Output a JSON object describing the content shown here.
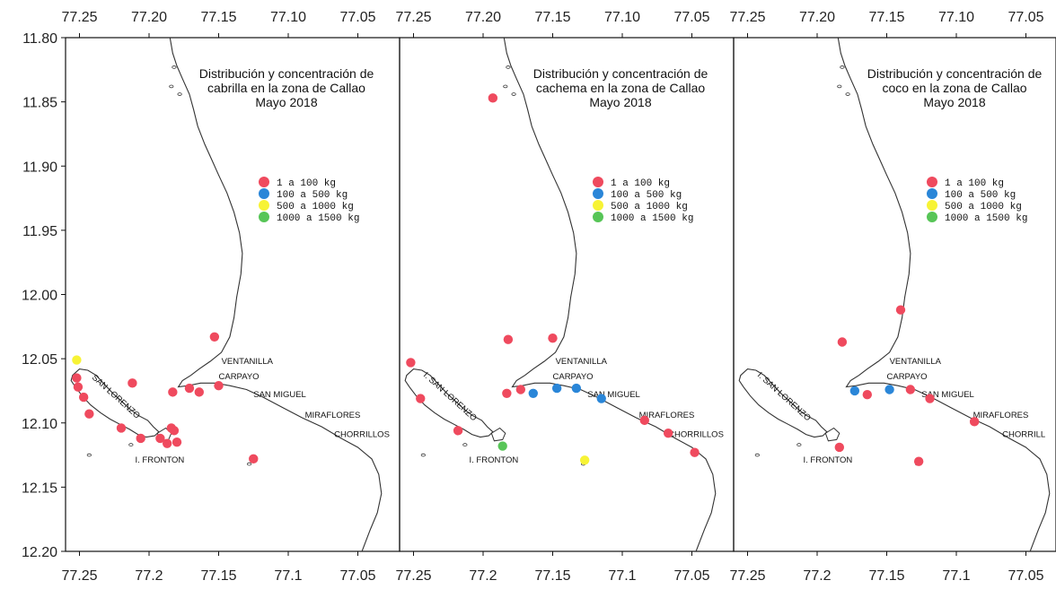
{
  "y_axis": {
    "ticks": [
      "11.80",
      "11.85",
      "11.90",
      "11.95",
      "12.00",
      "12.05",
      "12.10",
      "12.15",
      "12.20"
    ],
    "range": [
      11.8,
      12.2
    ]
  },
  "top_axis": {
    "ticks": [
      "77.25",
      "77.20",
      "77.15",
      "77.10",
      "77.05"
    ]
  },
  "bottom_axis": {
    "ticks": [
      "77.25",
      "77.2",
      "77.15",
      "77.1",
      "77.05"
    ]
  },
  "x_range": [
    77.26,
    77.02
  ],
  "legend": [
    {
      "label": "1  a  100  kg",
      "color": "#ef4a5e"
    },
    {
      "label": "100  a  500  kg",
      "color": "#2a86d8"
    },
    {
      "label": "500  a  1000  kg",
      "color": "#f7f335"
    },
    {
      "label": "1000  a  1500  kg",
      "color": "#57c557"
    }
  ],
  "colors": {
    "coast": "#333333",
    "frame": "#111111"
  },
  "panels": [
    {
      "title_lines": [
        "Distribución y concentración de",
        "cabrilla en la zona de Callao",
        "Mayo 2018"
      ],
      "island_label": "SAN LORENZO",
      "places": {
        "ventanilla": "VENTANILLA",
        "carpayo": "CARPAYO",
        "san_miguel": "SAN MIGUEL",
        "miraflores": "MIRAFLORES",
        "chorrillos": "CHORRILLOS",
        "fronton": "I. FRONTON"
      },
      "points": [
        {
          "lon": 77.252,
          "lat": 12.051,
          "class": 2
        },
        {
          "lon": 77.252,
          "lat": 12.065,
          "class": 0
        },
        {
          "lon": 77.251,
          "lat": 12.072,
          "class": 0
        },
        {
          "lon": 77.247,
          "lat": 12.08,
          "class": 0
        },
        {
          "lon": 77.243,
          "lat": 12.093,
          "class": 0
        },
        {
          "lon": 77.22,
          "lat": 12.104,
          "class": 0
        },
        {
          "lon": 77.212,
          "lat": 12.069,
          "class": 0
        },
        {
          "lon": 77.206,
          "lat": 12.112,
          "class": 0
        },
        {
          "lon": 77.192,
          "lat": 12.112,
          "class": 0
        },
        {
          "lon": 77.187,
          "lat": 12.116,
          "class": 0
        },
        {
          "lon": 77.184,
          "lat": 12.104,
          "class": 0
        },
        {
          "lon": 77.182,
          "lat": 12.106,
          "class": 0
        },
        {
          "lon": 77.18,
          "lat": 12.115,
          "class": 0
        },
        {
          "lon": 77.183,
          "lat": 12.076,
          "class": 0
        },
        {
          "lon": 77.171,
          "lat": 12.073,
          "class": 0
        },
        {
          "lon": 77.164,
          "lat": 12.076,
          "class": 0
        },
        {
          "lon": 77.15,
          "lat": 12.071,
          "class": 0
        },
        {
          "lon": 77.153,
          "lat": 12.033,
          "class": 0
        },
        {
          "lon": 77.125,
          "lat": 12.128,
          "class": 0
        }
      ]
    },
    {
      "title_lines": [
        "Distribución y concentración de",
        "cachema en la zona de Callao",
        "Mayo 2018"
      ],
      "island_label": "I. SAN LORENZO",
      "places": {
        "ventanilla": "VENTANILLA",
        "carpayo": "CARPAYO",
        "san_miguel": "SAN MIGUEL",
        "miraflores": "MIRAFLORES",
        "chorrillos": "CHORRILLOS",
        "fronton": "I. FRONTON"
      },
      "points": [
        {
          "lon": 77.193,
          "lat": 11.847,
          "class": 0
        },
        {
          "lon": 77.252,
          "lat": 12.053,
          "class": 0
        },
        {
          "lon": 77.245,
          "lat": 12.081,
          "class": 0
        },
        {
          "lon": 77.218,
          "lat": 12.106,
          "class": 0
        },
        {
          "lon": 77.182,
          "lat": 12.035,
          "class": 0
        },
        {
          "lon": 77.15,
          "lat": 12.034,
          "class": 0
        },
        {
          "lon": 77.183,
          "lat": 12.077,
          "class": 0
        },
        {
          "lon": 77.173,
          "lat": 12.074,
          "class": 0
        },
        {
          "lon": 77.164,
          "lat": 12.077,
          "class": 1
        },
        {
          "lon": 77.147,
          "lat": 12.073,
          "class": 1
        },
        {
          "lon": 77.133,
          "lat": 12.073,
          "class": 1
        },
        {
          "lon": 77.115,
          "lat": 12.081,
          "class": 1
        },
        {
          "lon": 77.084,
          "lat": 12.098,
          "class": 0
        },
        {
          "lon": 77.067,
          "lat": 12.108,
          "class": 0
        },
        {
          "lon": 77.048,
          "lat": 12.123,
          "class": 0
        },
        {
          "lon": 77.186,
          "lat": 12.118,
          "class": 3
        },
        {
          "lon": 77.127,
          "lat": 12.129,
          "class": 2
        }
      ]
    },
    {
      "title_lines": [
        "Distribución y concentración de",
        "coco en la zona de Callao",
        "Mayo 2018"
      ],
      "island_label": "I. SAN LORENZO",
      "places": {
        "ventanilla": "VENTANILLA",
        "carpayo": "CARPAYO",
        "san_miguel": "SAN MIGUEL",
        "miraflores": "MIRAFLORES",
        "chorrillos": "CHORRILL",
        "fronton": "I. FRONTON"
      },
      "points": [
        {
          "lon": 77.182,
          "lat": 12.037,
          "class": 0
        },
        {
          "lon": 77.14,
          "lat": 12.012,
          "class": 0
        },
        {
          "lon": 77.173,
          "lat": 12.075,
          "class": 1
        },
        {
          "lon": 77.164,
          "lat": 12.078,
          "class": 0
        },
        {
          "lon": 77.148,
          "lat": 12.074,
          "class": 1
        },
        {
          "lon": 77.133,
          "lat": 12.074,
          "class": 0
        },
        {
          "lon": 77.119,
          "lat": 12.081,
          "class": 0
        },
        {
          "lon": 77.087,
          "lat": 12.099,
          "class": 0
        },
        {
          "lon": 77.184,
          "lat": 12.119,
          "class": 0
        },
        {
          "lon": 77.127,
          "lat": 12.13,
          "class": 0
        }
      ]
    }
  ]
}
